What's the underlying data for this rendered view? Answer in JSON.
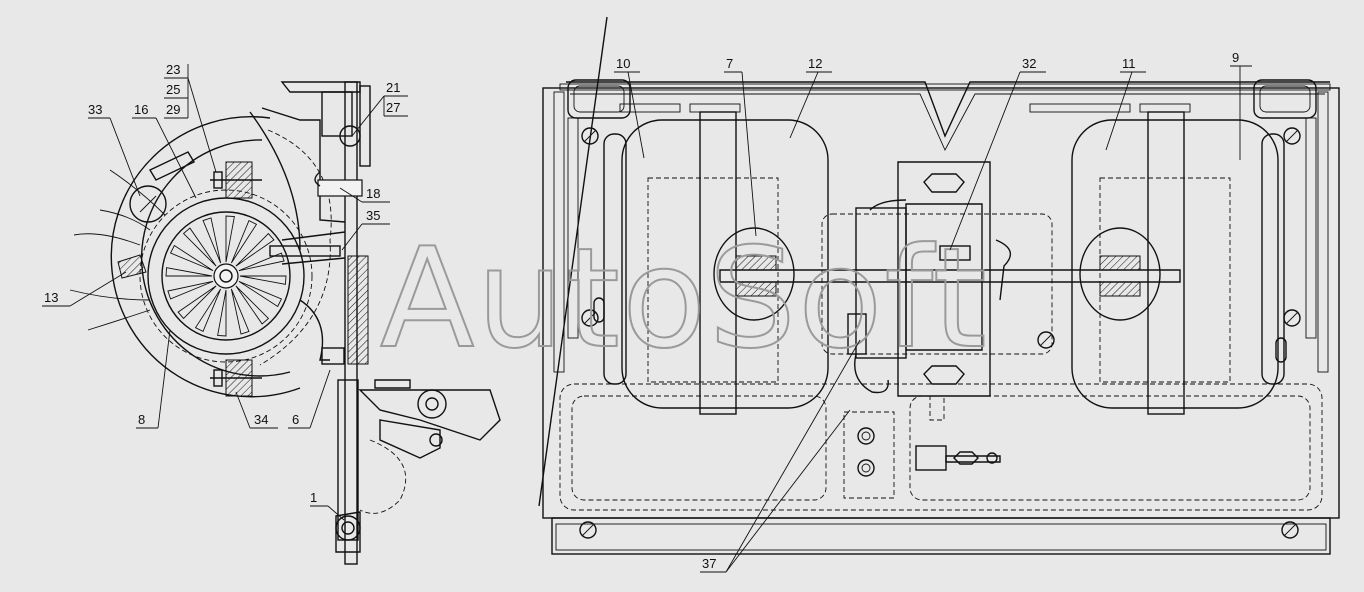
{
  "watermark": "AutoSoft",
  "callouts": {
    "c1": "1",
    "c6": "6",
    "c7": "7",
    "c8": "8",
    "c9": "9",
    "c10": "10",
    "c11": "11",
    "c12": "12",
    "c13": "13",
    "c16": "16",
    "c18": "18",
    "c21": "21",
    "c23": "23",
    "c25": "25",
    "c27": "27",
    "c29": "29",
    "c32": "32",
    "c33": "33",
    "c34": "34",
    "c35": "35",
    "c37": "37"
  },
  "colors": {
    "background": "#e8e8e8",
    "line": "#111111",
    "watermark": "#9a9a9a"
  }
}
